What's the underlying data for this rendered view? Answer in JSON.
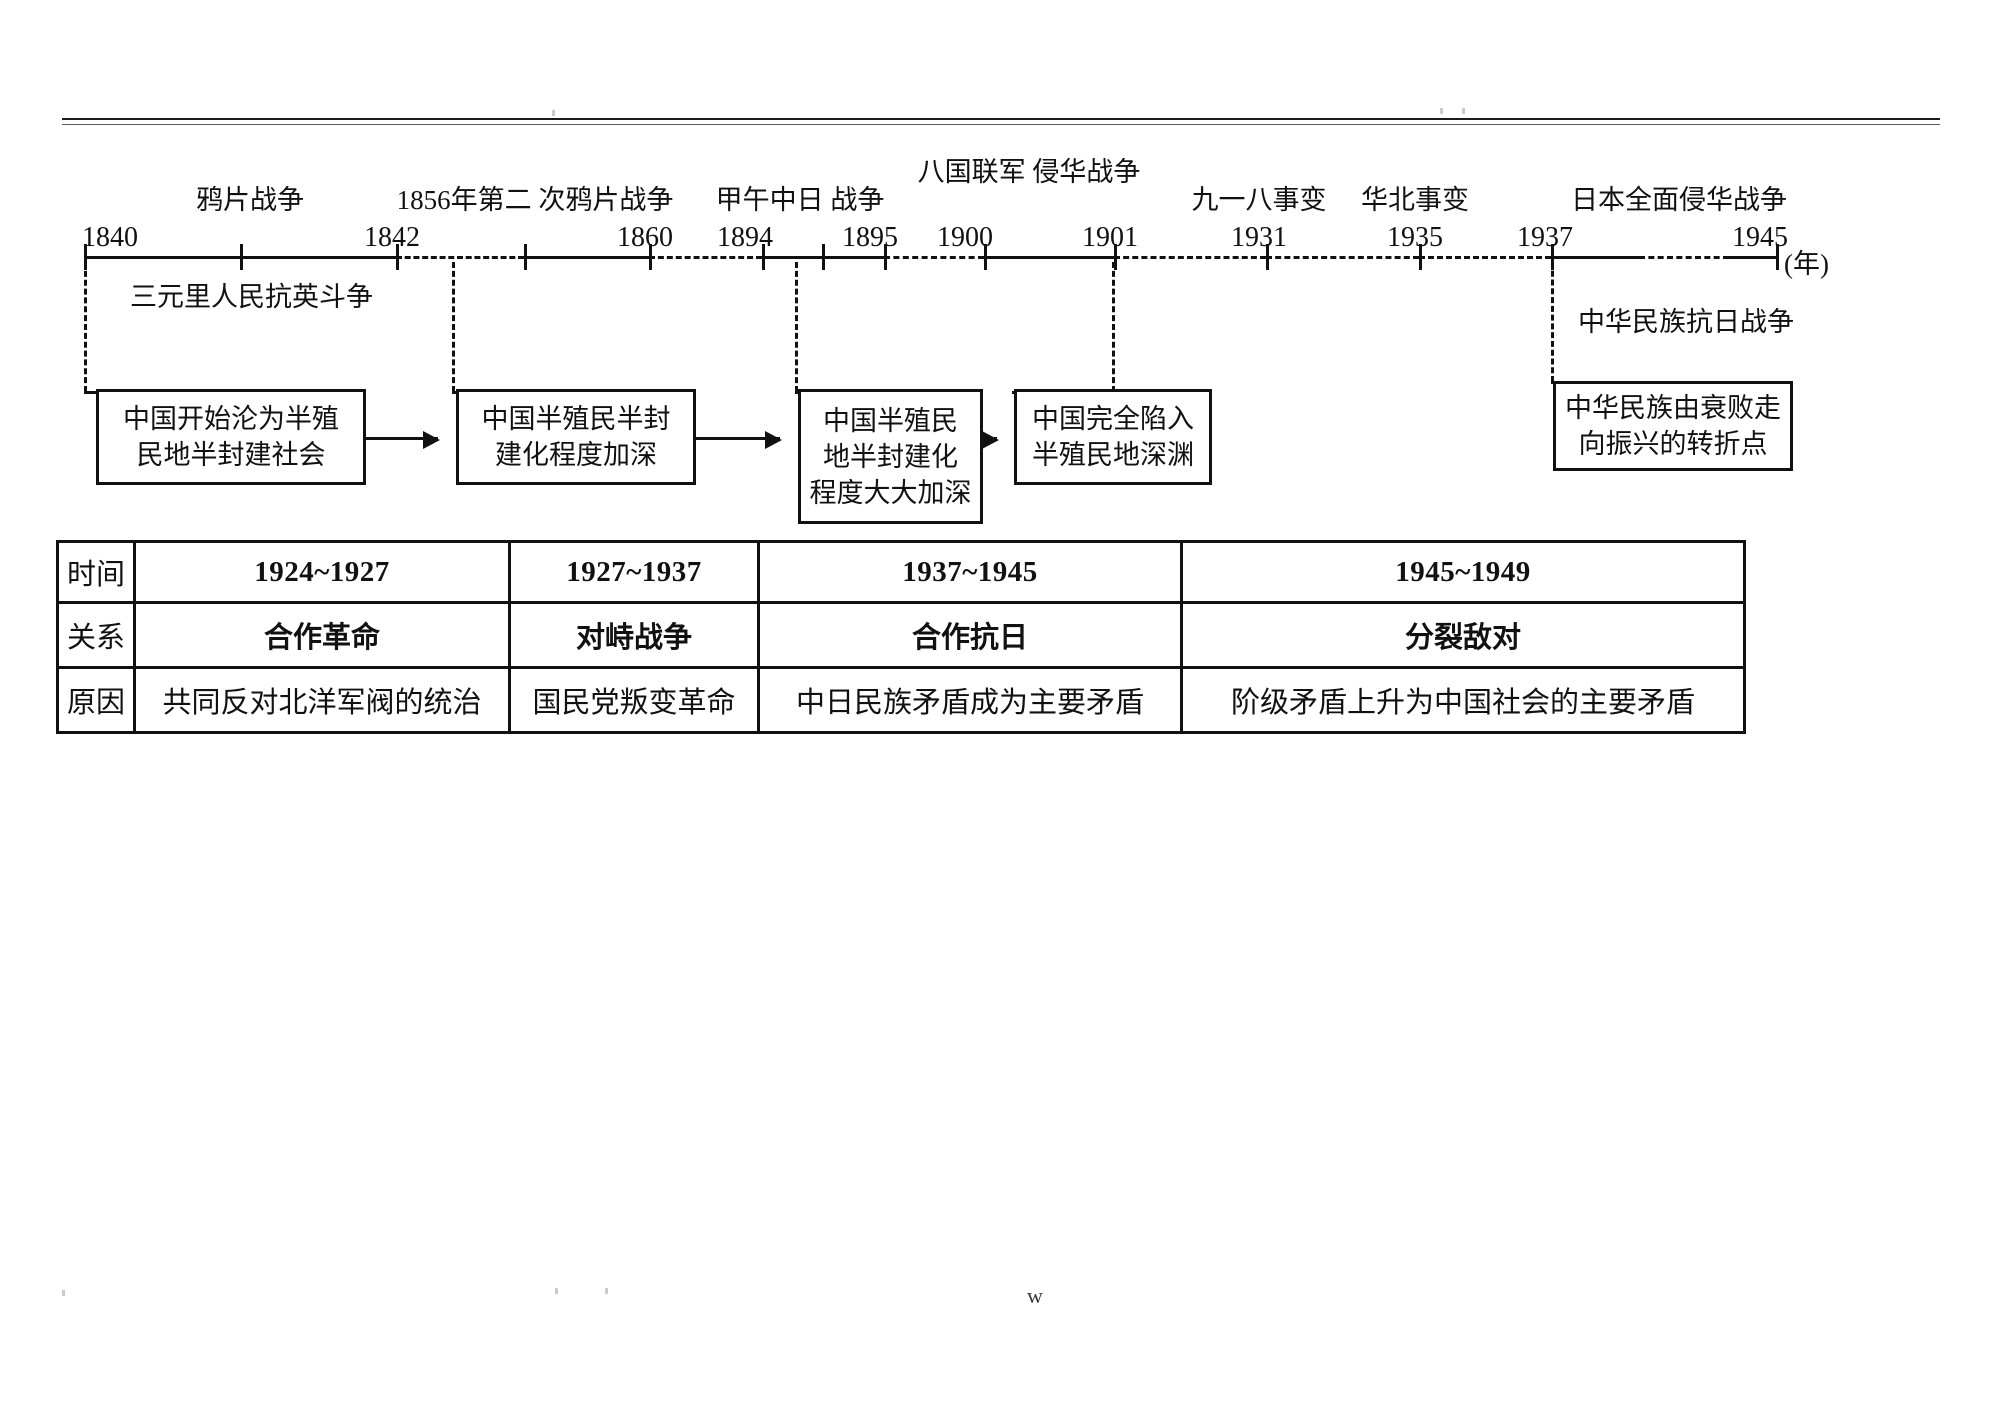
{
  "document": {
    "type": "history-timeline-worksheet",
    "watermark": "w"
  },
  "timeline": {
    "axis_unit_label": "(年)",
    "ticks": [
      {
        "year": "1840"
      },
      {
        "year": "1842"
      },
      {
        "year": "1860"
      },
      {
        "year": "1894"
      },
      {
        "year": "1895"
      },
      {
        "year": "1900"
      },
      {
        "year": "1901"
      },
      {
        "year": "1931"
      },
      {
        "year": "1935"
      },
      {
        "year": "1937"
      },
      {
        "year": "1945"
      }
    ],
    "events": [
      {
        "label_line1": "鸦片战争",
        "label_line2": ""
      },
      {
        "label_line1": "1856年第二",
        "label_line2": "次鸦片战争"
      },
      {
        "label_line1": "甲午中日",
        "label_line2": "战争"
      },
      {
        "label_line1": "八国联军",
        "label_line2": "侵华战争"
      },
      {
        "label_line1": "九一八事变",
        "label_line2": ""
      },
      {
        "label_line1": "华北事变",
        "label_line2": ""
      },
      {
        "label_line1": "日本全面侵华战争",
        "label_line2": ""
      }
    ],
    "under_axis_labels": [
      {
        "text": "三元里人民抗英斗争"
      },
      {
        "text": "中华民族抗日战争"
      }
    ]
  },
  "status_boxes": [
    {
      "lines": [
        "中国开始沦为半殖",
        "民地半封建社会"
      ]
    },
    {
      "lines": [
        "中国半殖民半封",
        "建化程度加深"
      ]
    },
    {
      "lines": [
        "中国半殖民",
        "地半封建化",
        "程度大大加深"
      ]
    },
    {
      "lines": [
        "中国完全陷入",
        "半殖民地深渊"
      ]
    },
    {
      "lines": [
        "中华民族由衰败走",
        "向振兴的转折点"
      ]
    }
  ],
  "table": {
    "row_headers": [
      "时间",
      "关系",
      "原因"
    ],
    "columns": [
      {
        "time": "1924~1927",
        "relation": "合作革命",
        "reason": "共同反对北洋军阀的统治"
      },
      {
        "time": "1927~1937",
        "relation": "对峙战争",
        "reason": "国民党叛变革命"
      },
      {
        "time": "1937~1945",
        "relation": "合作抗日",
        "reason": "中日民族矛盾成为主要矛盾"
      },
      {
        "time": "1945~1949",
        "relation": "分裂敌对",
        "reason": "阶级矛盾上升为中国社会的主要矛盾"
      }
    ]
  }
}
